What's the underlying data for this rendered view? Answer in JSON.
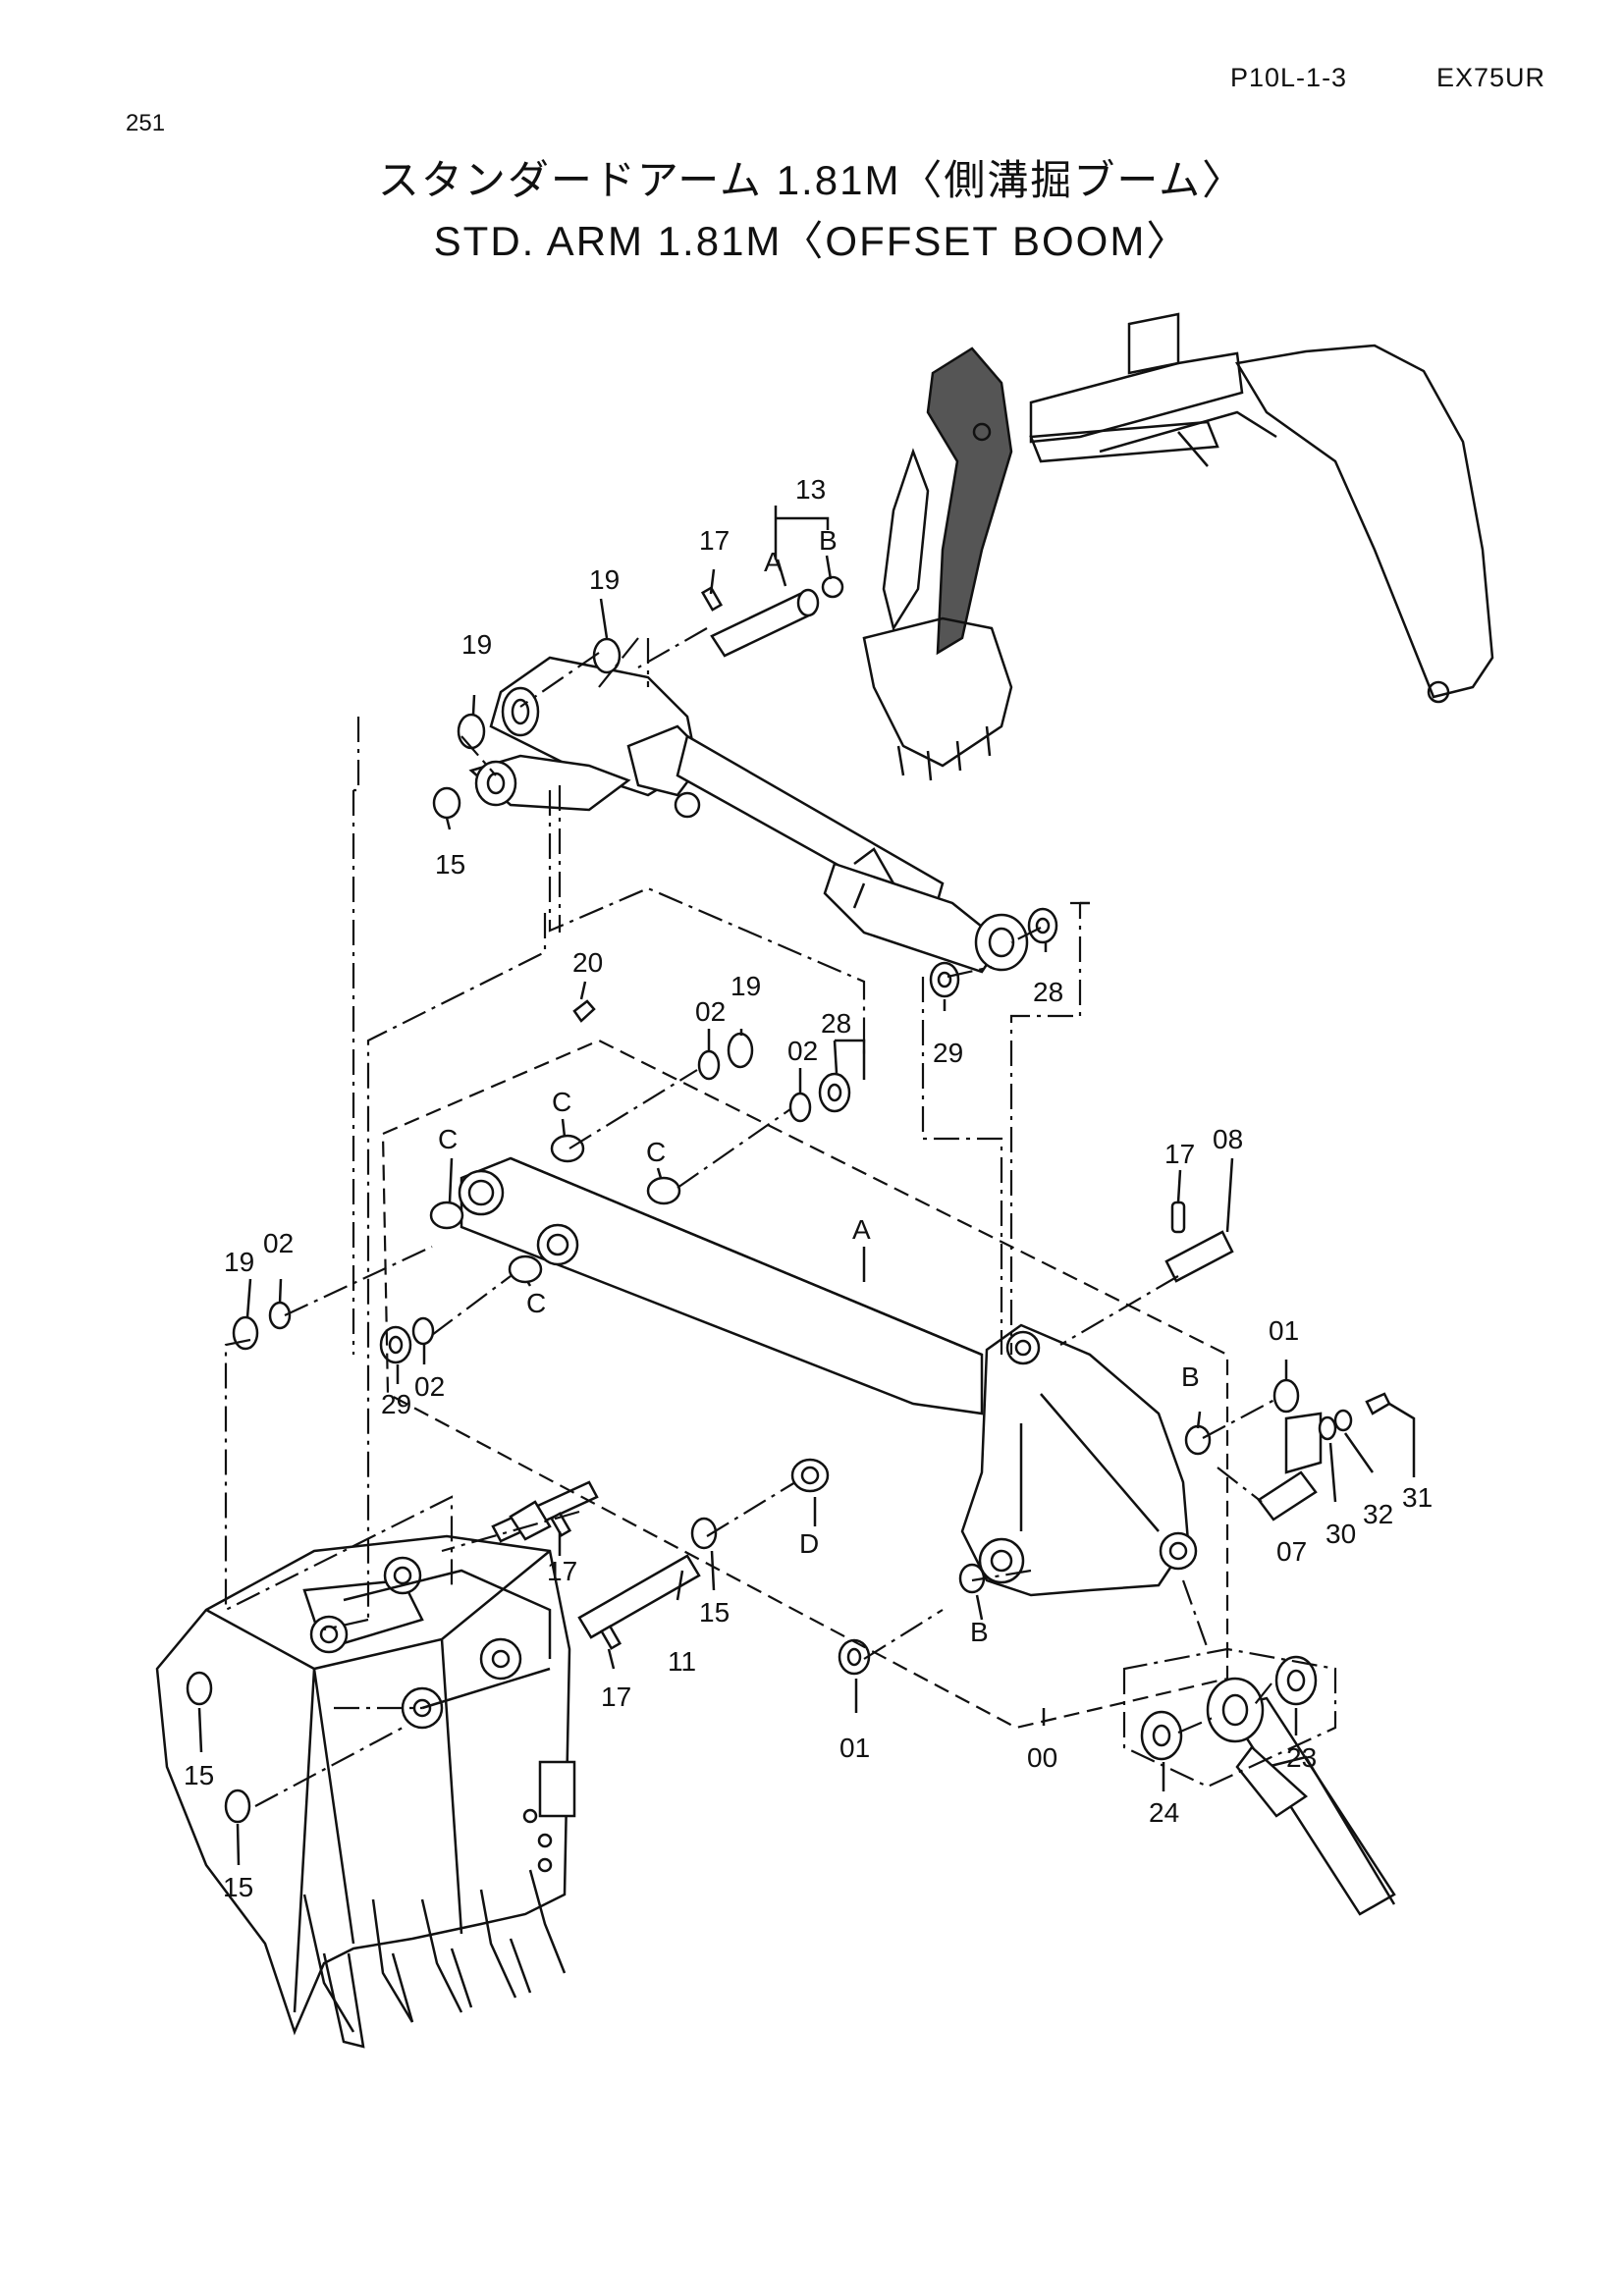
{
  "header": {
    "page_code": "P10L-1-3",
    "model": "EX75UR",
    "page_number": "251"
  },
  "title": {
    "japanese": "スタンダードアーム 1.81M〈側溝掘ブーム〉",
    "english": "STD. ARM 1.81M〈OFFSET BOOM〉"
  },
  "callouts": {
    "c13": "13",
    "cA_top": "A",
    "cB_top": "B",
    "c17_top": "17",
    "c19_a": "19",
    "c19_b": "19",
    "c15_top": "15",
    "c20": "20",
    "c02_a": "02",
    "c19_c": "19",
    "c28_a": "28",
    "c02_b": "02",
    "c28_b": "28",
    "c29_a": "29",
    "cC_1": "C",
    "cC_2": "C",
    "cC_3": "C",
    "cC_4": "C",
    "cA_arm": "A",
    "c17_r": "17",
    "c08": "08",
    "c19_d": "19",
    "c02_c": "02",
    "c29_b": "29",
    "c02_d": "02",
    "c01_a": "01",
    "cB_r": "B",
    "c30": "30",
    "c32": "32",
    "c31": "31",
    "c07": "07",
    "c17_b": "17",
    "c17_c": "17",
    "c11": "11",
    "c15_m": "15",
    "cD": "D",
    "cB_b": "B",
    "c01_b": "01",
    "c00": "00",
    "c23": "23",
    "c24": "24",
    "c15_l1": "15",
    "c15_l2": "15"
  }
}
